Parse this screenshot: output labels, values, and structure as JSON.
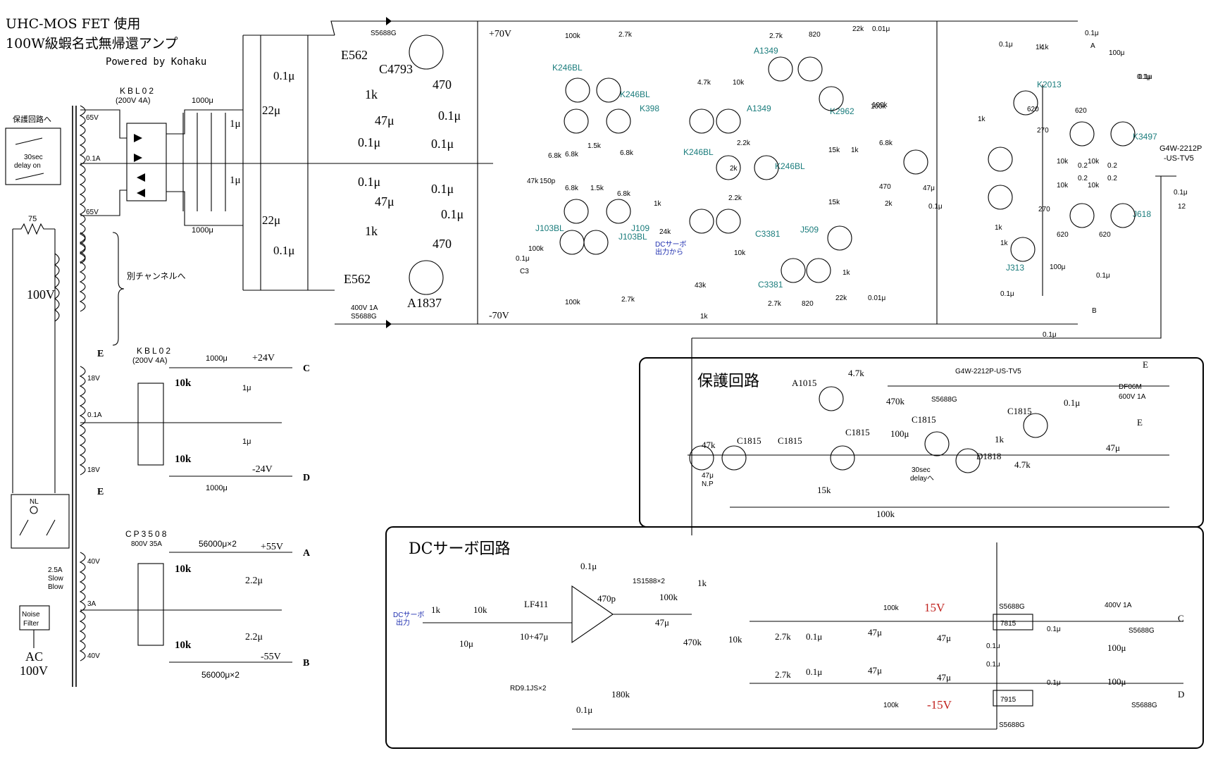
{
  "title": {
    "line1": "UHC-MOS FET 使用",
    "line2": "100W級蝦名式無帰還アンプ",
    "line3": "Powered by Kohaku"
  },
  "power_supply": {
    "protect_to": "保護回路へ",
    "delay": [
      "30sec",
      "delay on"
    ],
    "r75": "75",
    "ac_voltage": "100V",
    "other_channel": "別チャンネルへ",
    "nl": "NL",
    "fuse": [
      "2.5A",
      "Slow",
      "Blow"
    ],
    "noise_filter": [
      "Noise",
      "Filter"
    ],
    "ac_in": [
      "AC",
      "100V"
    ],
    "bridge1": [
      "KBL02",
      "(200V 4A)"
    ],
    "taps1": [
      "65V",
      "0.1A",
      "65V"
    ],
    "caps1": [
      "1000μ",
      "1000μ",
      "1μ",
      "1μ",
      "22μ",
      "22μ",
      "0.1μ",
      "0.1μ"
    ],
    "reg_parts": [
      "E562",
      "E562",
      "C4793",
      "A1837",
      "470",
      "470",
      "1k",
      "1k",
      "47μ",
      "47μ",
      "0.1μ",
      "0.1μ",
      "0.1μ",
      "0.1μ",
      "0.1μ",
      "0.1μ"
    ],
    "diodes_top": [
      "S5688G",
      "400V 1A",
      "S5688G"
    ],
    "rails": [
      "+70V",
      "-70V"
    ],
    "bridge2": [
      "KBL02",
      "(200V 4A)"
    ],
    "taps2": [
      "18V",
      "0.1A",
      "18V"
    ],
    "e_marks": [
      "E",
      "E"
    ],
    "ps2_parts": [
      "1000μ",
      "1000μ",
      "10k",
      "10k",
      "1μ",
      "1μ"
    ],
    "ps2_out": [
      "+24V",
      "-24V",
      "C",
      "D"
    ],
    "bridge3": [
      "CP3508",
      "800V 35A"
    ],
    "taps3": [
      "40V",
      "3A",
      "40V"
    ],
    "ps3_parts": [
      "56000μ×2",
      "56000μ×2",
      "10k",
      "10k",
      "2.2μ",
      "2.2μ"
    ],
    "ps3_out": [
      "+55V",
      "-55V",
      "A",
      "B"
    ]
  },
  "amp": {
    "teal_labels": [
      "K246BL",
      "K246BL",
      "K398",
      "A1349",
      "A1349",
      "K2962",
      "K246BL",
      "K246BL",
      "J103BL",
      "J109",
      "J103BL",
      "C3381",
      "C3381",
      "J509",
      "K2013",
      "K3497",
      "J618",
      "J313"
    ],
    "black_labels": [
      "100k",
      "2.7k",
      "2.7k",
      "820",
      "22k",
      "0.01μ",
      "0.1μ",
      "1k",
      "1k",
      "0.1μ",
      "A",
      "100μ",
      "0.1μ",
      "0.1μ",
      "100k",
      "4.7k",
      "10k",
      "1k",
      "6.8k",
      "6.8k",
      "1.5k",
      "6.8k",
      "2.2k",
      "2k",
      "100k",
      "6.8k",
      "1k",
      "620",
      "620",
      "47k",
      "150p",
      "6.8k",
      "1.5k",
      "6.8k",
      "1k",
      "2.2k",
      "15k",
      "470",
      "47μ",
      "0.1μ",
      "2k",
      "270",
      "0.2",
      "0.2",
      "10k",
      "10k",
      "1k",
      "24k",
      "15k",
      "0.2",
      "0.2",
      "10k",
      "10k",
      "0.1μ",
      "12",
      "100k",
      "0.1μ",
      "C3",
      "10k",
      "270",
      "620",
      "620",
      "100k",
      "2.7k",
      "43k",
      "1k",
      "2.7k",
      "820",
      "22k",
      "0.01μ",
      "1k",
      "0.1μ",
      "100μ",
      "0.1μ",
      "B",
      "0.1μ",
      "1k"
    ],
    "dc_servo_from": [
      "DCサーボ",
      "出力から"
    ],
    "speaker": [
      "G4W-2212P",
      "-US-TV5"
    ]
  },
  "protection": {
    "title": "保護回路",
    "labels": [
      "A1015",
      "4.7k",
      "G4W-2212P-US-TV5",
      "470k",
      "S5688G",
      "C1815",
      "0.1μ",
      "DF06M",
      "600V 1A",
      "E",
      "E",
      "C1815",
      "C1815",
      "C1815",
      "C1815",
      "100μ",
      "1k",
      "47k",
      "47μ",
      "N.P",
      "30sec",
      "delayへ",
      "D1818",
      "4.7k",
      "47μ",
      "15k",
      "100k"
    ]
  },
  "dc_servo": {
    "title": "DCサーボ回路",
    "out_label": [
      "DCサーボ",
      "出力"
    ],
    "labels": [
      "0.1μ",
      "1S1588×2",
      "1k",
      "10k",
      "LF411",
      "470p",
      "100k",
      "1k",
      "10μ",
      "10+47μ",
      "47μ",
      "470k",
      "10k",
      "RD9.1JS×2",
      "0.1μ",
      "180k",
      "2.7k",
      "0.1μ",
      "47μ",
      "2.7k",
      "0.1μ",
      "47μ",
      "100k",
      "100k",
      "47μ",
      "47μ",
      "0.1μ",
      "0.1μ",
      "S5688G",
      "7815",
      "0.1μ",
      "S5688G",
      "7915",
      "0.1μ",
      "400V 1A",
      "S5688G",
      "100μ",
      "100μ",
      "S5688G",
      "C",
      "D"
    ],
    "v_pos": "15V",
    "v_neg": "-15V"
  }
}
